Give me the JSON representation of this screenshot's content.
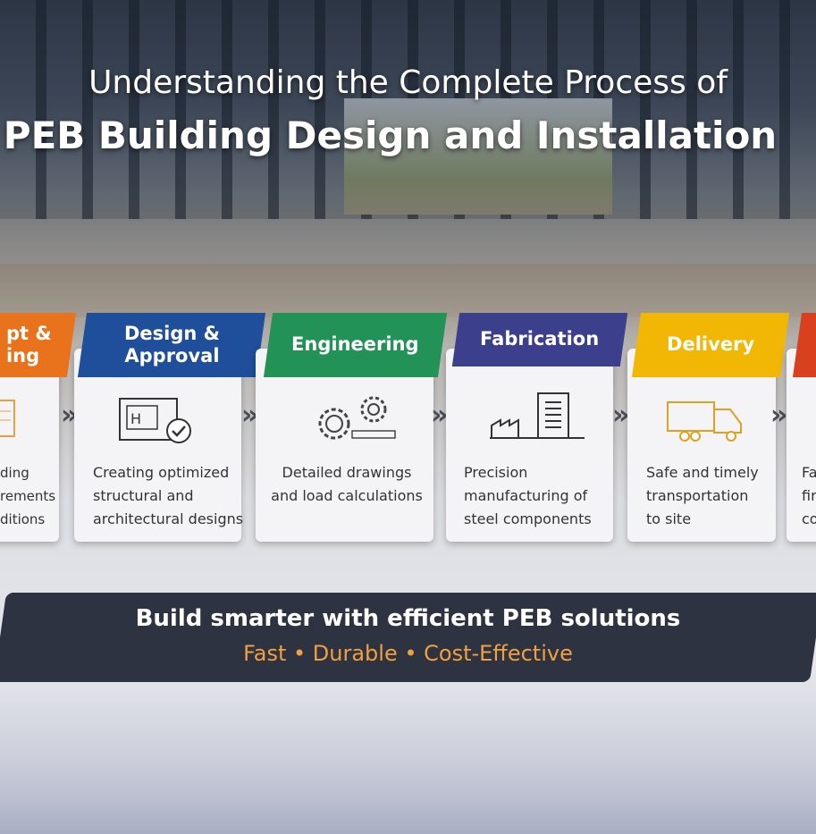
{
  "title": {
    "line1": "Understanding the Complete Process of",
    "line2": "PEB Building Design and Installation"
  },
  "steps": [
    {
      "title": "pt &\ning",
      "desc": "ding\nrements\nditions",
      "color": "#e8731c",
      "icon": "blueprint-icon"
    },
    {
      "title": "Design &\nApproval",
      "desc": "Creating optimized\nstructural and\narchitectural designs",
      "color": "#1f4e9a",
      "icon": "blueprint-check-icon"
    },
    {
      "title": "Engineering",
      "desc": "Detailed drawings\nand load calculations",
      "color": "#239256",
      "icon": "gears-ruler-icon"
    },
    {
      "title": "Fabrication",
      "desc": "Precision\nmanufacturing of\nsteel components",
      "color": "#3c3f8c",
      "icon": "factory-icon"
    },
    {
      "title": "Delivery",
      "desc": "Safe and timely\ntransportation\nto site",
      "color": "#f2b705",
      "icon": "truck-icon"
    },
    {
      "title": "",
      "desc": "Fa\nfir\nco",
      "color": "#d9411e",
      "icon": ""
    }
  ],
  "arrow": "»",
  "banner": {
    "headline": "Build smarter with efficient PEB solutions",
    "tagline": "Fast • Durable • Cost-Effective"
  }
}
